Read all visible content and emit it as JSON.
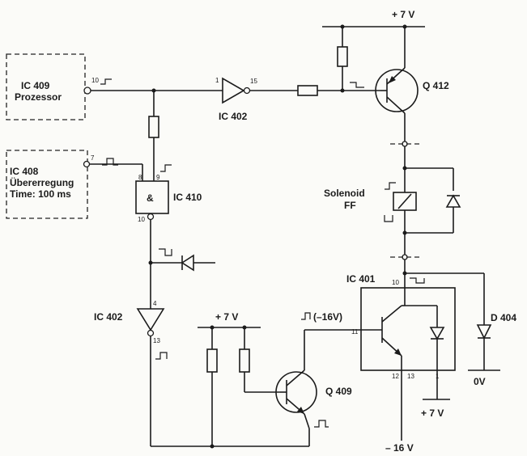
{
  "blocks": {
    "ic409": {
      "name": "IC 409",
      "sub": "Prozessor"
    },
    "ic408": {
      "name": "IC 408",
      "sub1": "Übererregung",
      "sub2": "Time: 100 ms"
    }
  },
  "components": {
    "ic402_top": "IC 402",
    "ic402_bottom": "IC 402",
    "ic410": "IC 410",
    "ic410_symbol": "&",
    "ic401": "IC 401",
    "q412": "Q 412",
    "q409": "Q 409",
    "solenoid": "Solenoid",
    "solenoid_sub": "FF",
    "d404": "D 404"
  },
  "supplies": {
    "plus7_top": "+ 7 V",
    "plus7_mid": "+ 7 V",
    "plus7_bottom": "+ 7 V",
    "minus16": "– 16 V",
    "zero_v": "0V",
    "minus16_paren": "(–16V)"
  },
  "pins": {
    "ic409_out": "10",
    "ic408_out": "7",
    "ic402t_in": "1",
    "ic402t_out": "15",
    "ic410_a": "8",
    "ic410_b": "9",
    "ic410_out": "10",
    "ic402b_in": "4",
    "ic402b_out": "13",
    "ic401_10": "10",
    "ic401_11": "11",
    "ic401_12": "12",
    "ic401_13": "13",
    "ic401_1": "1"
  }
}
